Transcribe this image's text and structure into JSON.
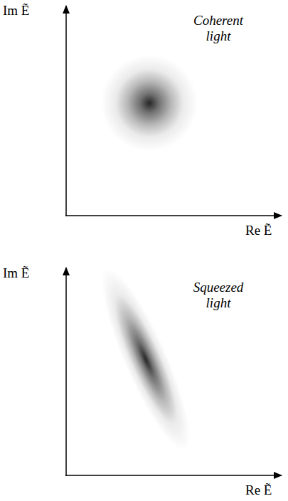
{
  "diagram": {
    "labels": [
      "Im Ẽ",
      "Coherent light",
      "Re Ẽ",
      "Im Ẽ",
      "Squeezed light",
      "Re Ẽ"
    ]
  }
}
